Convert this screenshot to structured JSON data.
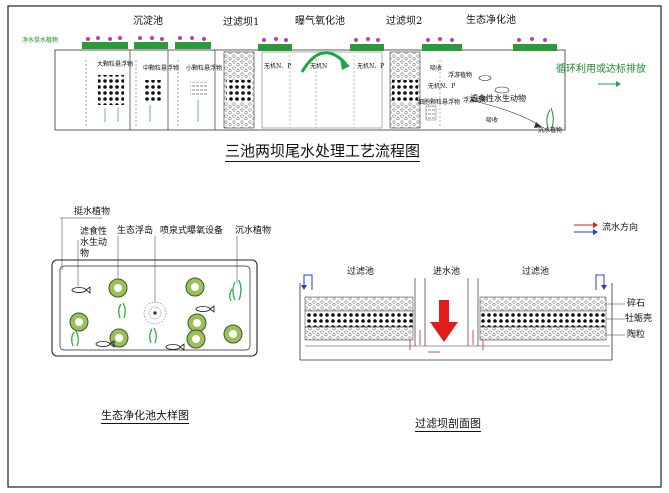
{
  "flow": {
    "title": "三池两坝尾水处理工艺流程图",
    "stages": [
      "沉淀池",
      "过滤坝1",
      "曝气氧化池",
      "过滤坝2",
      "生态净化池"
    ],
    "top_plant_label": "净水挺水植物",
    "sediment_labels": [
      "大颗粒悬浮物",
      "中颗粒悬浮物",
      "小颗粒悬浮物"
    ],
    "aeration_labels": [
      "无机N、P",
      "无机N",
      "无机N、P"
    ],
    "eco_labels": [
      "吸收",
      "浮游植物",
      "浮游动物",
      "无机N、P",
      "细胞颗粒悬浮物",
      "滤食性水生动物",
      "吸收",
      "沉水植物"
    ],
    "outlet_label": "循环利用或达标排放"
  },
  "pond": {
    "caption": "生态净化池大样图",
    "labels": [
      "挺水植物",
      "滤食性水生动物",
      "生态浮岛",
      "喷泉式曝氧设备",
      "沉水植物"
    ]
  },
  "dam": {
    "caption": "过滤坝剖面图",
    "pool_labels": [
      "过滤池",
      "进水池",
      "过滤池"
    ],
    "legend": "流水方向",
    "layers": [
      "碎石",
      "牡蛎壳",
      "陶粒"
    ]
  }
}
